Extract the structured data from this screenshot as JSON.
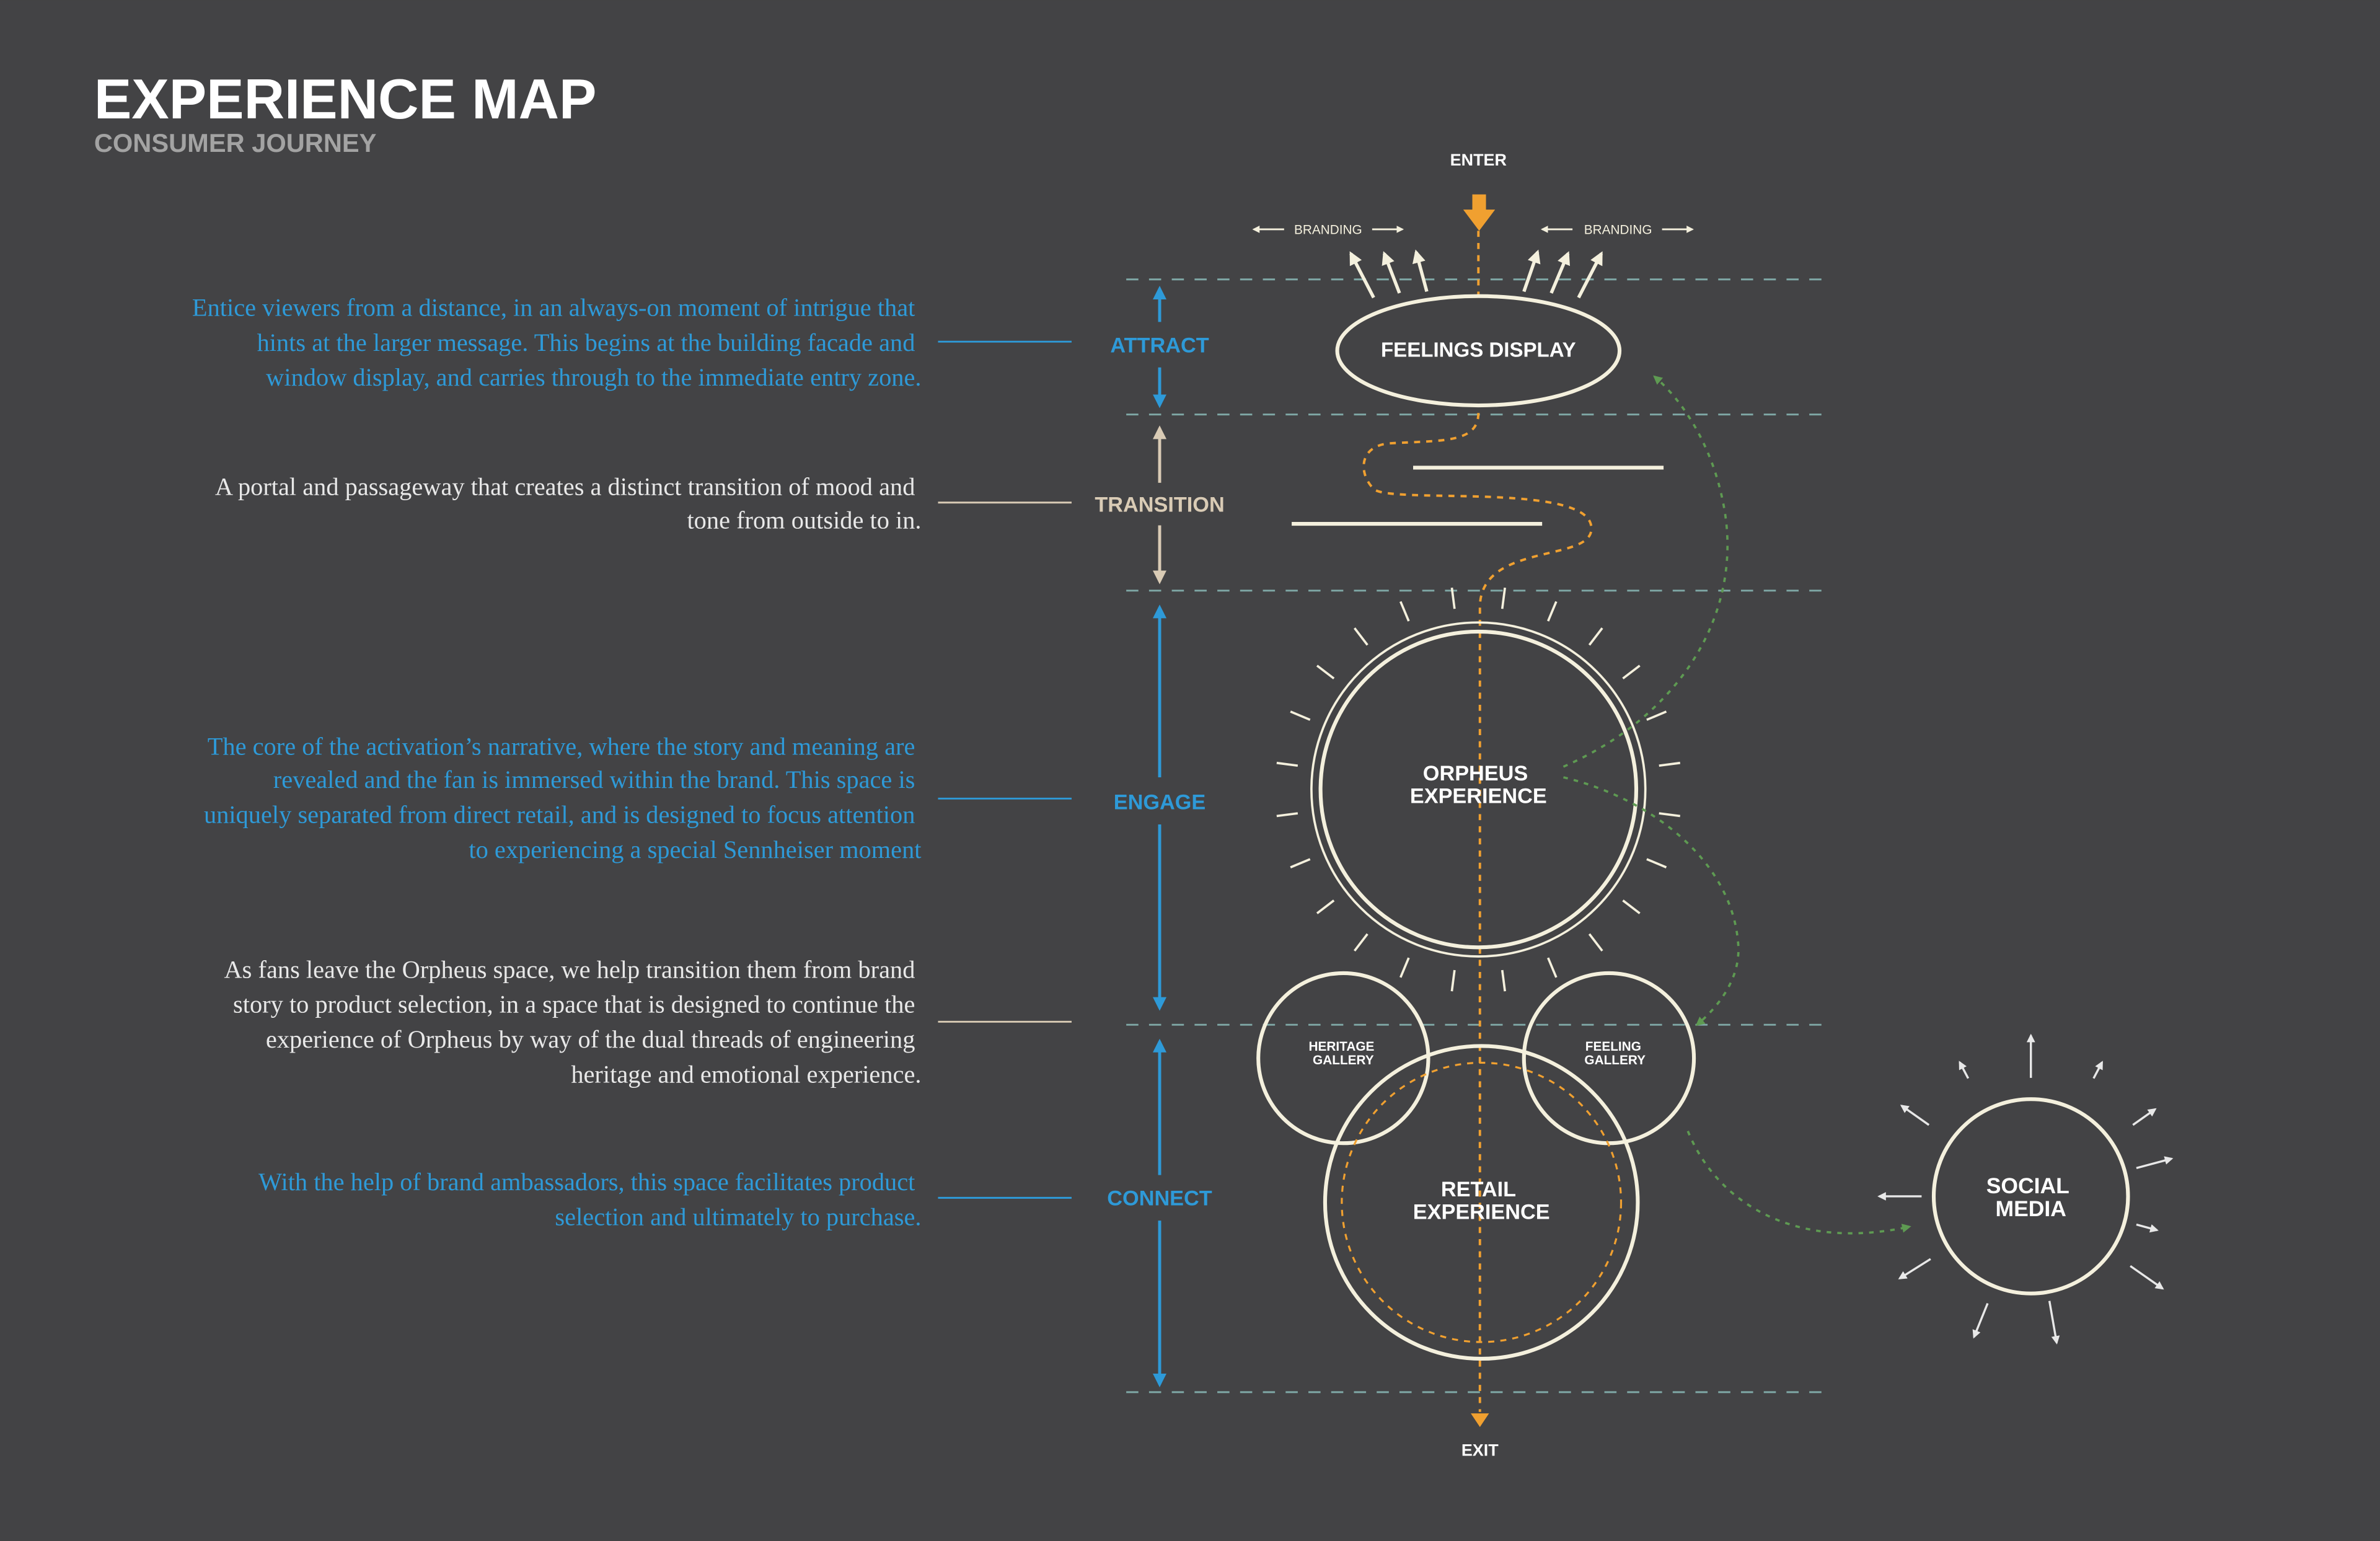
{
  "header": {
    "title": "EXPERIENCE MAP",
    "subtitle": "CONSUMER JOURNEY"
  },
  "flow": {
    "enter": "ENTER",
    "exit": "EXIT",
    "branding_left": "BRANDING",
    "branding_right": "BRANDING"
  },
  "stages": {
    "attract": "ATTRACT",
    "transition": "TRANSITION",
    "engage": "ENGAGE",
    "connect": "CONNECT"
  },
  "descriptions": {
    "attract": [
      "Entice viewers from a distance, in an always-on moment of intrigue that",
      "hints at the larger message. This begins at the building facade and",
      "window display, and carries through to the immediate entry zone."
    ],
    "transition": [
      "A portal and passageway that creates a distinct transition of mood and",
      "tone from outside to in."
    ],
    "engage": [
      "The core of the activation’s narrative, where the story and meaning are",
      "revealed and the fan is immersed within the brand. This space is",
      "uniquely separated from direct retail, and is designed to focus attention",
      "to experiencing a special Sennheiser moment"
    ],
    "connect_intro": [
      "As fans leave the Orpheus space, we help transition them from brand",
      "story to product selection, in a space that is designed to continue the",
      "experience of Orpheus by way of the dual threads of engineering",
      "heritage and emotional experience."
    ],
    "connect": [
      "With the help of brand ambassadors, this space facilitates product",
      "selection and ultimately to purchase."
    ]
  },
  "nodes": {
    "feelings_display": "FEELINGS DISPLAY",
    "orpheus": [
      "ORPHEUS",
      "EXPERIENCE"
    ],
    "heritage_gallery": [
      "HERITAGE",
      "GALLERY"
    ],
    "feeling_gallery": [
      "FEELING",
      "GALLERY"
    ],
    "retail": [
      "RETAIL",
      "EXPERIENCE"
    ],
    "social_media": [
      "SOCIAL",
      "MEDIA"
    ]
  },
  "colors": {
    "background": "#434345",
    "cream": "#F4F0DD",
    "blue": "#2E9AD8",
    "tan": "#D9CBB5",
    "orange": "#F0A030",
    "green": "#5E9A52",
    "teal_dash": "#7FA8A6",
    "grey_subtitle": "#A3A3A3",
    "white_text": "#E8E8E8"
  }
}
